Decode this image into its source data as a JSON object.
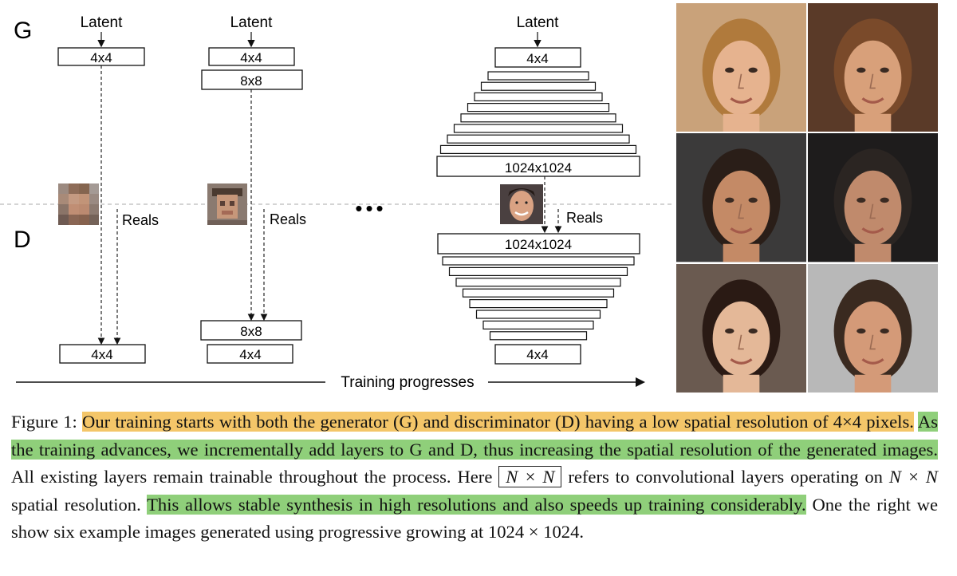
{
  "diagram": {
    "g_label": "G",
    "d_label": "D",
    "latent_label": "Latent",
    "reals_label": "Reals",
    "ellipsis": "•••",
    "training_label": "Training progresses",
    "stage1": {
      "g_boxes": [
        "4x4"
      ],
      "d_boxes": [
        "4x4"
      ]
    },
    "stage2": {
      "g_boxes": [
        "4x4",
        "8x8"
      ],
      "d_boxes": [
        "8x8",
        "4x4"
      ]
    },
    "stage3": {
      "g_top": "4x4",
      "g_bottom": "1024x1024",
      "d_top": "1024x1024",
      "d_bottom": "4x4"
    }
  },
  "faces": [
    {
      "name": "face-1",
      "skin": "#e6b38f",
      "hair": "#b07a3c",
      "bg": "#c9a27a"
    },
    {
      "name": "face-2",
      "skin": "#d8a07a",
      "hair": "#7a4a2a",
      "bg": "#5a3a28"
    },
    {
      "name": "face-3",
      "skin": "#c48a66",
      "hair": "#2a1e18",
      "bg": "#3b3a3a"
    },
    {
      "name": "face-4",
      "skin": "#c08a6c",
      "hair": "#2b2522",
      "bg": "#1e1c1c"
    },
    {
      "name": "face-5",
      "skin": "#e4b898",
      "hair": "#2a1a14",
      "bg": "#6a5a50"
    },
    {
      "name": "face-6",
      "skin": "#d49a78",
      "hair": "#3a2a20",
      "bg": "#b8b8b8"
    }
  ],
  "caption": {
    "lead": "Figure 1: ",
    "s1": "Our training starts with both the generator (G) and discriminator (D) having a low spatial resolution of 4×4 pixels.",
    "s2": "As the training advances, we incrementally add layers to G and D, thus increasing the spatial resolution of the generated images.",
    "s3": " All existing layers remain trainable throughout the process. Here ",
    "boxed": "N × N",
    "s4": " refers to convolutional layers operating on ",
    "math": "N × N",
    "s5": " spatial resolution. ",
    "s6": "This allows stable synthesis in high resolutions and also speeds up training considerably.",
    "s7": " One the right we show six example images generated using progressive growing at 1024 × 1024."
  },
  "colors": {
    "highlight_orange": "#f4c669",
    "highlight_green": "#8fcf7a"
  }
}
